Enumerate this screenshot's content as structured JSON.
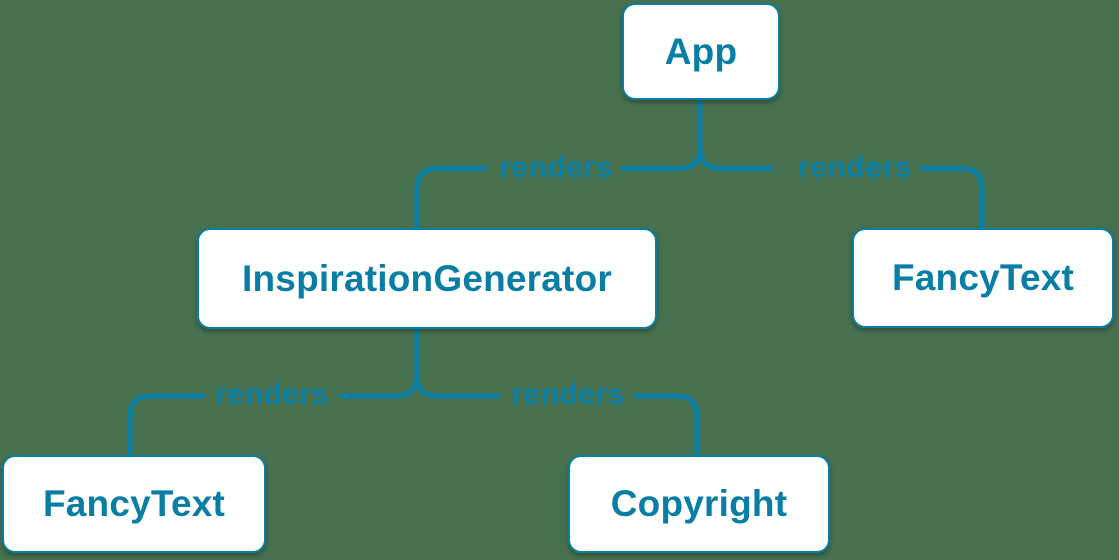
{
  "diagram": {
    "type": "component-render-tree",
    "colors": {
      "background": "#47704F",
      "accent": "#087EA4",
      "node_fill": "#FFFFFF"
    },
    "nodes": [
      {
        "id": "app",
        "label": "App"
      },
      {
        "id": "inspiration-generator",
        "label": "InspirationGenerator"
      },
      {
        "id": "fancy-text-top",
        "label": "FancyText"
      },
      {
        "id": "fancy-text-bottom",
        "label": "FancyText"
      },
      {
        "id": "copyright",
        "label": "Copyright"
      }
    ],
    "edges": [
      {
        "from": "App",
        "to": "InspirationGenerator",
        "label": "renders"
      },
      {
        "from": "App",
        "to": "FancyText",
        "label": "renders"
      },
      {
        "from": "InspirationGenerator",
        "to": "FancyText",
        "label": "renders"
      },
      {
        "from": "InspirationGenerator",
        "to": "Copyright",
        "label": "renders"
      }
    ]
  }
}
